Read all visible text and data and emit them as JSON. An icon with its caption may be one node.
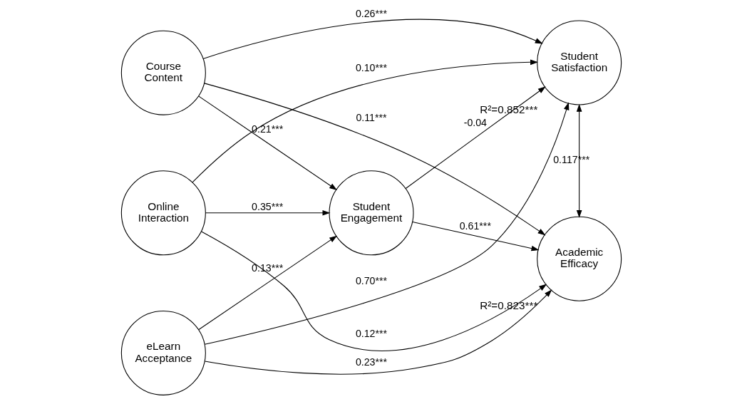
{
  "diagram": {
    "nodes": [
      {
        "text": [
          "Course Content"
        ]
      },
      {
        "text": [
          "Online Interaction"
        ]
      },
      {
        "text": [
          "eLearn Acceptance"
        ]
      },
      {
        "text": [
          "Student Engagement"
        ]
      },
      {
        "text": [
          "Student Satisfaction"
        ],
        "beside": [
          "R²=0.852***"
        ]
      },
      {
        "text": [
          "Academic Efficacy"
        ],
        "beside": [
          "R²=0.823***"
        ]
      }
    ],
    "edges": [
      {
        "from": 0,
        "to": 4,
        "arrow": "to",
        "label": "0.26***"
      },
      {
        "from": 0,
        "to": 5,
        "arrow": "to",
        "label": "0.11***"
      },
      {
        "from": 0,
        "to": 3,
        "arrow": "to",
        "label": "0.21***"
      },
      {
        "from": 1,
        "to": 4,
        "arrow": "to",
        "label": "0.10***"
      },
      {
        "from": 1,
        "to": 3,
        "arrow": "to",
        "label": "0.35***"
      },
      {
        "from": 1,
        "to": 5,
        "arrow": "to",
        "label": "0.12***"
      },
      {
        "from": 2,
        "to": 3,
        "arrow": "to",
        "label": "0.13***"
      },
      {
        "from": 2,
        "to": 4,
        "arrow": "to",
        "label": "0.70***"
      },
      {
        "from": 2,
        "to": 5,
        "arrow": "to",
        "label": "0.23***"
      },
      {
        "from": 3,
        "to": 4,
        "arrow": "to",
        "label": "-0.04"
      },
      {
        "from": 3,
        "to": 5,
        "arrow": "to",
        "label": "0.61***"
      },
      {
        "from": 4,
        "to": 5,
        "arrow": "both",
        "label": "0.117***"
      }
    ]
  }
}
